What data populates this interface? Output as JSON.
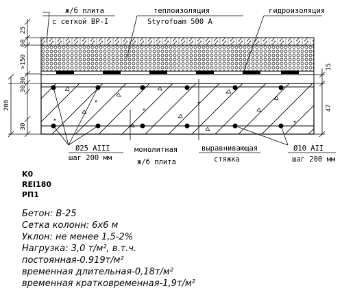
{
  "labels": {
    "slab_mesh_1": "ж/б плита",
    "slab_mesh_2": "с сеткой ВР-I",
    "insulation_1": "теплоизоляция",
    "insulation_2": "Styrofoam 500 A",
    "waterproofing": "гидроизоляция",
    "rebar_left_1": "Ø25 AIII",
    "rebar_left_2": "шаг 200 мм",
    "monolithic_1": "монолитная",
    "monolithic_2": "ж/б плита",
    "screed_1": "выравнивающая",
    "screed_2": "стяжка",
    "rebar_right_1": "Ø10 AII",
    "rebar_right_2": "шаг 200 мм"
  },
  "dimensions_left": [
    "25",
    "60",
    ">150",
    "30",
    "30",
    "200",
    "30"
  ],
  "dimensions_right": [
    "15",
    "47"
  ],
  "classification": [
    "K0",
    "REI180",
    "РП1"
  ],
  "notes": [
    "Бетон: В-25",
    "Сетка колонн: 6х6 м",
    "Уклон: не менее 1,5-2%",
    "Нагрузка: 3,0 т/м², в.т.ч.",
    "постоянная-0.919т/м²",
    "временная длительная-0,18т/м²",
    "временная кратковременная-1,9т/м²"
  ]
}
